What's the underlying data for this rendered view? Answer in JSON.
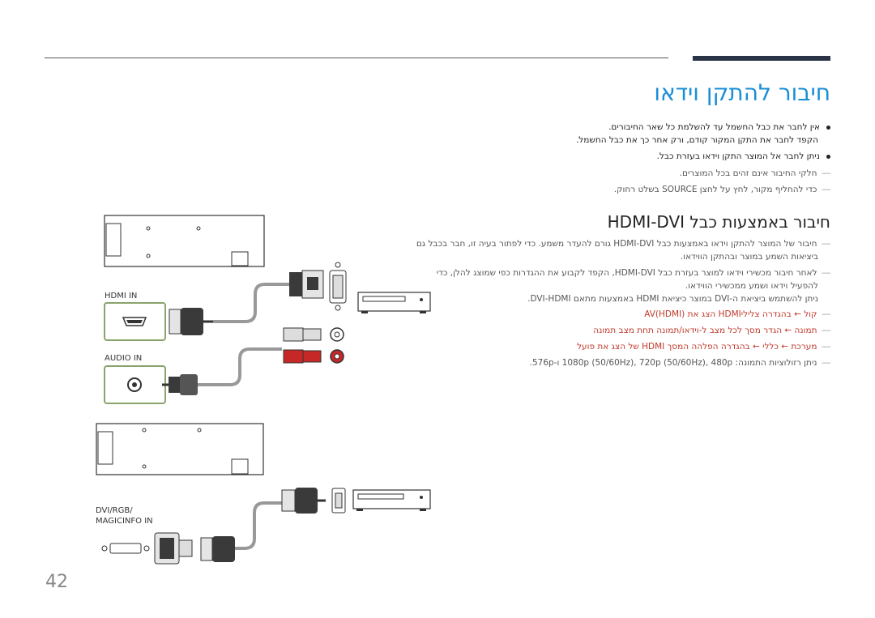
{
  "page": {
    "title": "חיבור להתקן וידאו",
    "bullets": [
      "אין לחבר את כבל החשמל עד להשלמת כל שאר החיבורים.",
      "הקפד לחבר את התקן המקור קודם, ורק אחר כך את כבל החשמל.",
      "ניתן לחבר אל המוצר התקן וידאו בעזרת כבל."
    ],
    "notes": [
      "חלקי החיבור אינם זהים בכל המוצרים.",
      "כדי להחליף מקור, לחץ על לחצן SOURCE בשלט רחוק."
    ],
    "section_title": "חיבור באמצעות כבל HDMI-DVI",
    "section_notes": [
      "חיבור של המוצר להתקן וידאו באמצעות כבל HDMI-DVI גורם להעדר משמע. כדי לפתור בעיה זו, חבר בכבל גם",
      "ביציאות השמע במוצר ובהתקן הווידאו.",
      "לאחר חיבור מכשירי וידאו למוצר בעזרת כבל HDMI-DVI, הקפד לקבוע את ההגדרות כפי שמוצג להלן, כדי",
      "להפעיל וידאו ושמע ממכשירי הווידאו.",
      "ניתן להשתמש ביציאת ה-DVI במוצר כיציאת HDMI באמצעות מתאם DVI-HDMI.",
      "קול ← בהגדרה צליליHDMI הצג את AV(HDMI)",
      "תמונה ← הגדר מסך לכל מצב ל-וידאו/תמונה תחת מצב תמונה",
      "מערכת ← כללי ← בהגדרה הפלהה המסך HDMI של הצג את פועל",
      "ניתן רזולוציות התמונה: 1080p (50/60Hz), 720p (50/60Hz), 480p ו-576p."
    ],
    "ports": {
      "hdmi_in": "HDMI IN",
      "audio_in": "AUDIO IN",
      "dvi_line1": "DVI/RGB/",
      "dvi_line2": "MAGICINFO IN"
    },
    "page_number": "42",
    "colors": {
      "accent": "#1a8fd6",
      "rule": "#2b3346",
      "highlight": "#c0392b",
      "port_box": "#8aa36a"
    }
  }
}
